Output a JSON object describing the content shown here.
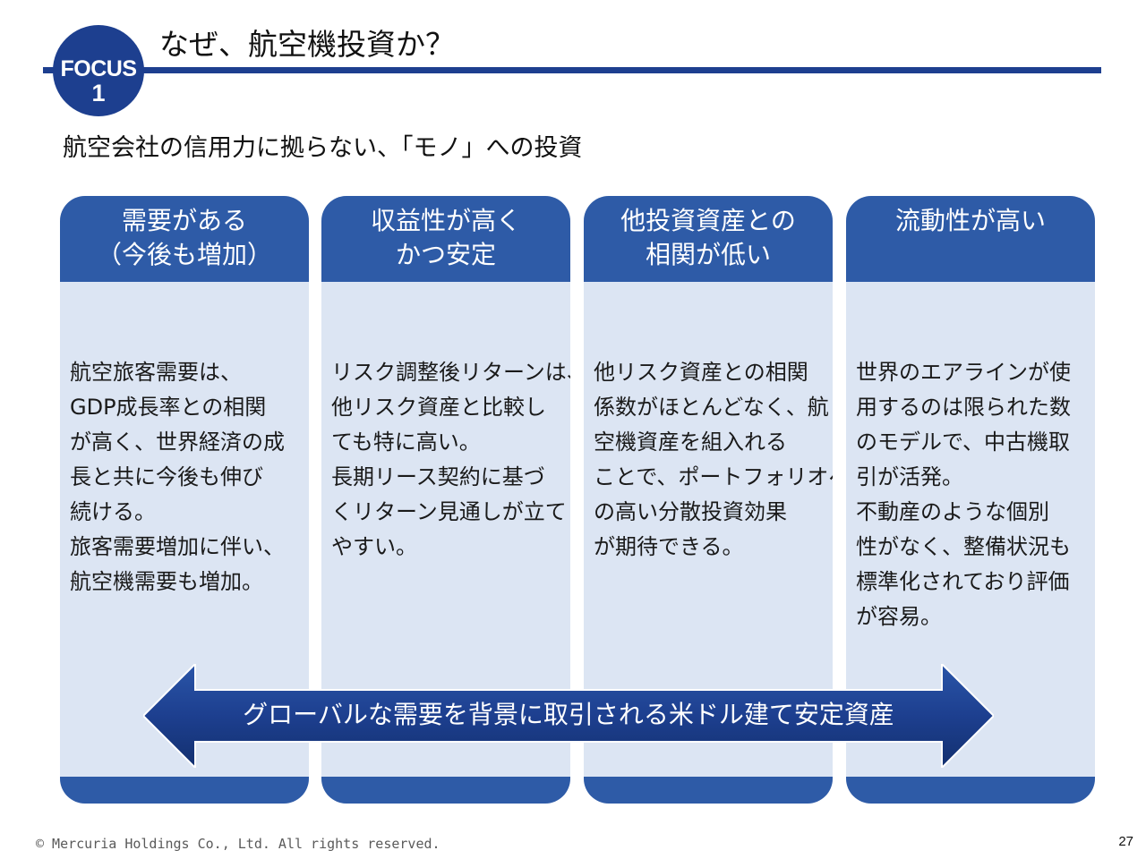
{
  "header": {
    "badge_word": "FOCUS",
    "badge_number": "1",
    "title": "なぜ、航空機投資か？",
    "subtitle": "航空会社の信用力に拠らない、「モノ」への投資"
  },
  "columns": [
    {
      "heading": [
        "需要がある",
        "（今後も増加）"
      ],
      "body": [
        "航空旅客需要は、",
        "GDP成長率との相関",
        "が高く、世界経済の成",
        "長と共に今後も伸び",
        "続ける。",
        "旅客需要増加に伴い、",
        "航空機需要も増加。"
      ]
    },
    {
      "heading": [
        "収益性が高く",
        "かつ安定"
      ],
      "body": [
        "リスク調整後リターンは、",
        "他リスク資産と比較し",
        "ても特に高い。",
        "長期リース契約に基づ",
        "くリターン見通しが立て",
        "やすい。"
      ]
    },
    {
      "heading": [
        "他投資資産との",
        "相関が低い"
      ],
      "body": [
        "他リスク資産との相関",
        "係数がほとんどなく、航",
        "空機資産を組入れる",
        "ことで、ポートフォリオへ",
        "の高い分散投資効果",
        "が期待できる。"
      ]
    },
    {
      "heading": [
        "流動性が高い"
      ],
      "body": [
        "世界のエアラインが使",
        "用するのは限られた数",
        "のモデルで、中古機取",
        "引が活発。",
        "不動産のような個別",
        "性がなく、整備状況も",
        "標準化されており評価",
        "が容易。"
      ]
    }
  ],
  "arrow": {
    "label": "グローバルな需要を背景に取引される米ドル建て安定資産"
  },
  "footer": {
    "copyright": "© Mercuria Holdings Co., Ltd. All rights reserved.",
    "page_number": "27"
  },
  "colors": {
    "navy": "#1d3f8f",
    "column_header": "#2e5ba7",
    "column_body": "#dce5f3",
    "arrow": "#1d3f8f"
  }
}
